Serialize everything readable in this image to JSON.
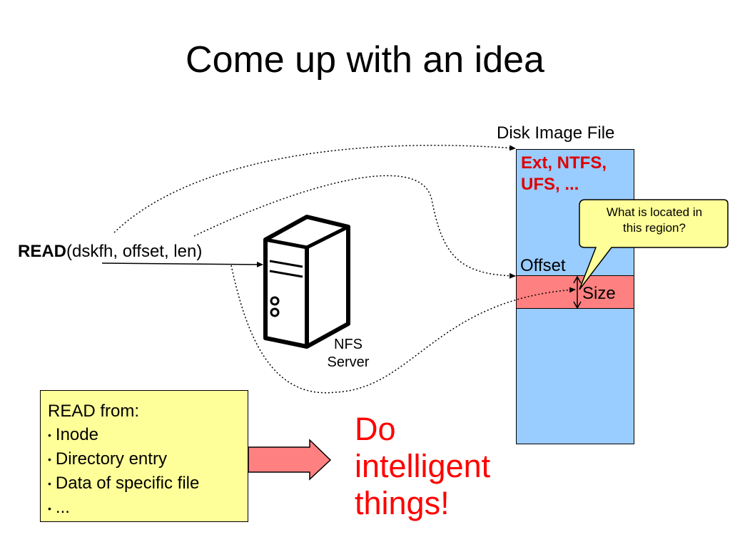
{
  "title": "Come up with an idea",
  "disk_image": {
    "label": "Disk Image File",
    "fs_types_line1": "Ext, NTFS,",
    "fs_types_line2": "UFS, ...",
    "offset_label": "Offset",
    "size_label": "Size"
  },
  "read_call": {
    "keyword": "READ",
    "args": "(dskfh, offset, len)"
  },
  "server": {
    "icon": "server-tower-icon",
    "label_line1": "NFS",
    "label_line2": "Server"
  },
  "callout": {
    "line1": "What is located in",
    "line2": "this region?"
  },
  "read_from": {
    "heading": "READ from:",
    "items": [
      "Inode",
      "Directory entry",
      "Data of specific file",
      "..."
    ]
  },
  "conclusion": {
    "line1": "Do",
    "line2": "intelligent",
    "line3": "things!"
  },
  "colors": {
    "disk_fill": "#99ccff",
    "region_fill": "#ff8080",
    "callout_fill": "#ffff99",
    "emphasis_red": "#ff0000",
    "fs_types_red": "#dd0000"
  }
}
